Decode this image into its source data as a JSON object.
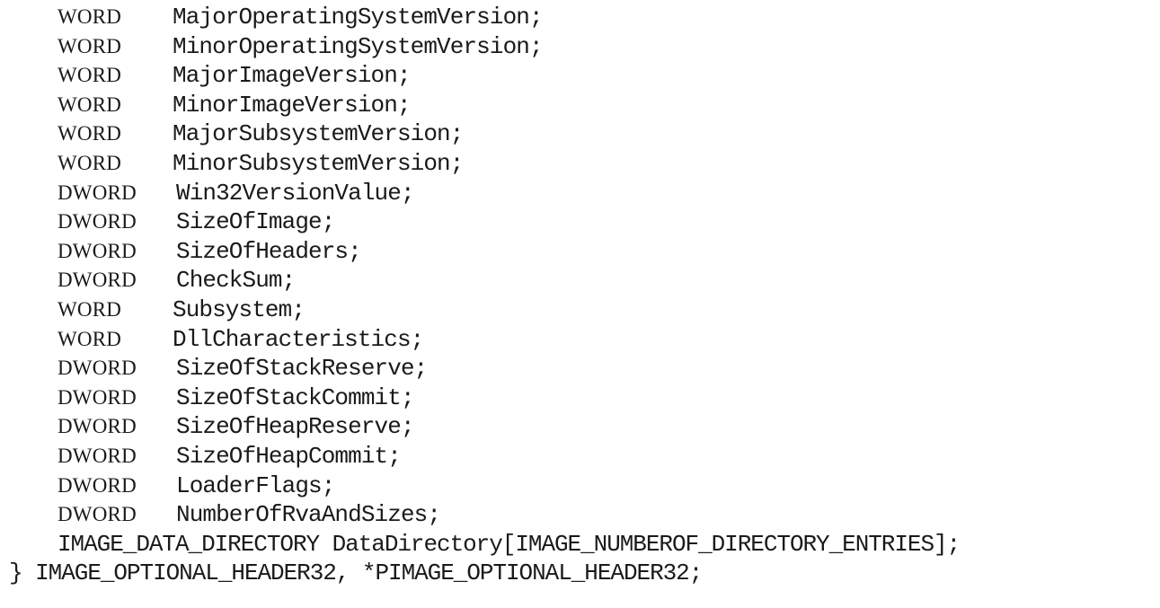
{
  "fields": [
    {
      "type": "WORD",
      "name": "MajorOperatingSystemVersion;"
    },
    {
      "type": "WORD",
      "name": "MinorOperatingSystemVersion;"
    },
    {
      "type": "WORD",
      "name": "MajorImageVersion;"
    },
    {
      "type": "WORD",
      "name": "MinorImageVersion;"
    },
    {
      "type": "WORD",
      "name": "MajorSubsystemVersion;"
    },
    {
      "type": "WORD",
      "name": "MinorSubsystemVersion;"
    },
    {
      "type": "DWORD",
      "name": "Win32VersionValue;"
    },
    {
      "type": "DWORD",
      "name": "SizeOfImage;"
    },
    {
      "type": "DWORD",
      "name": "SizeOfHeaders;"
    },
    {
      "type": "DWORD",
      "name": "CheckSum;"
    },
    {
      "type": "WORD",
      "name": "Subsystem;"
    },
    {
      "type": "WORD",
      "name": "DllCharacteristics;"
    },
    {
      "type": "DWORD",
      "name": "SizeOfStackReserve;"
    },
    {
      "type": "DWORD",
      "name": "SizeOfStackCommit;"
    },
    {
      "type": "DWORD",
      "name": "SizeOfHeapReserve;"
    },
    {
      "type": "DWORD",
      "name": "SizeOfHeapCommit;"
    },
    {
      "type": "DWORD",
      "name": "LoaderFlags;"
    },
    {
      "type": "DWORD",
      "name": "NumberOfRvaAndSizes;"
    }
  ],
  "data_directory_line": "IMAGE_DATA_DIRECTORY DataDirectory[IMAGE_NUMBEROF_DIRECTORY_ENTRIES];",
  "closing_line": "} IMAGE_OPTIONAL_HEADER32, *PIMAGE_OPTIONAL_HEADER32;"
}
